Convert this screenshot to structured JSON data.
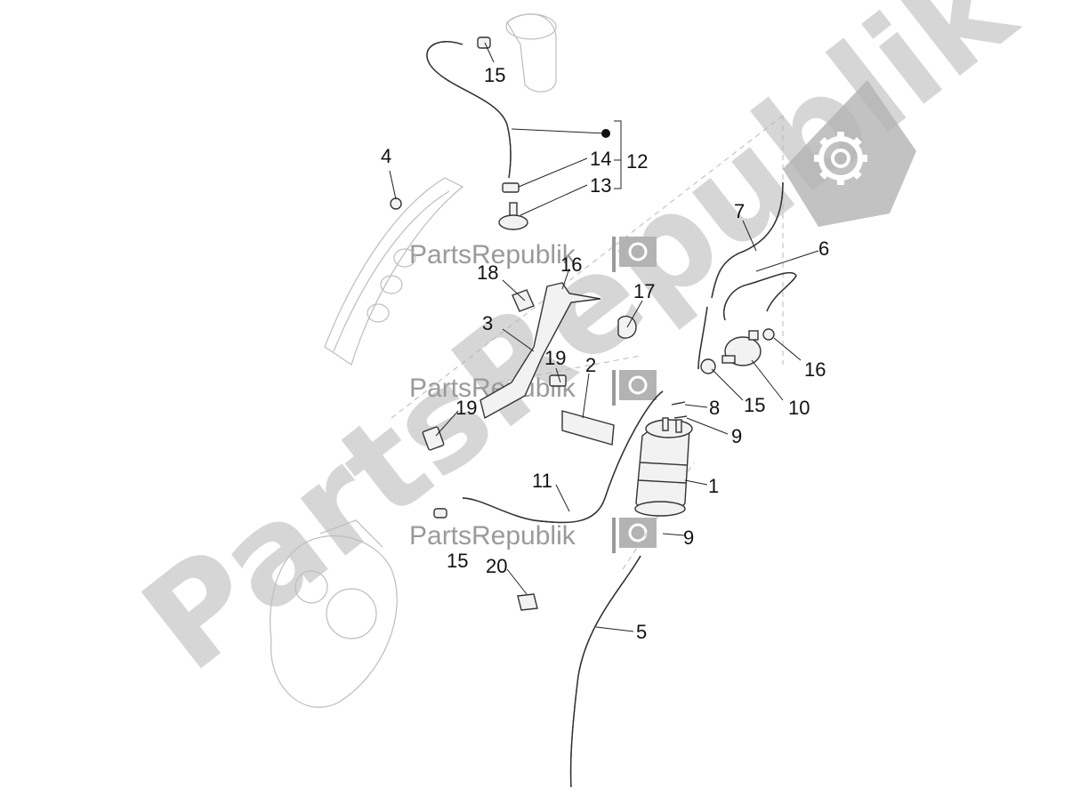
{
  "watermark": {
    "large_text": "PartsRepublik",
    "small_text": "PartsRepublik",
    "colors": {
      "large": "#cfcfcf",
      "small": "#9a9a9a",
      "flag": "#b3b3b3"
    }
  },
  "callouts": {
    "c1": "1",
    "c2": "2",
    "c3": "3",
    "c4": "4",
    "c5": "5",
    "c6": "6",
    "c7": "7",
    "c8": "8",
    "c9a": "9",
    "c9b": "9",
    "c10": "10",
    "c11": "11",
    "c12": "12",
    "c13": "13",
    "c14": "14",
    "c15a": "15",
    "c15b": "15",
    "c15c": "15",
    "c16a": "16",
    "c16b": "16",
    "c17": "17",
    "c18": "18",
    "c19a": "19",
    "c19b": "19",
    "c20": "20"
  }
}
